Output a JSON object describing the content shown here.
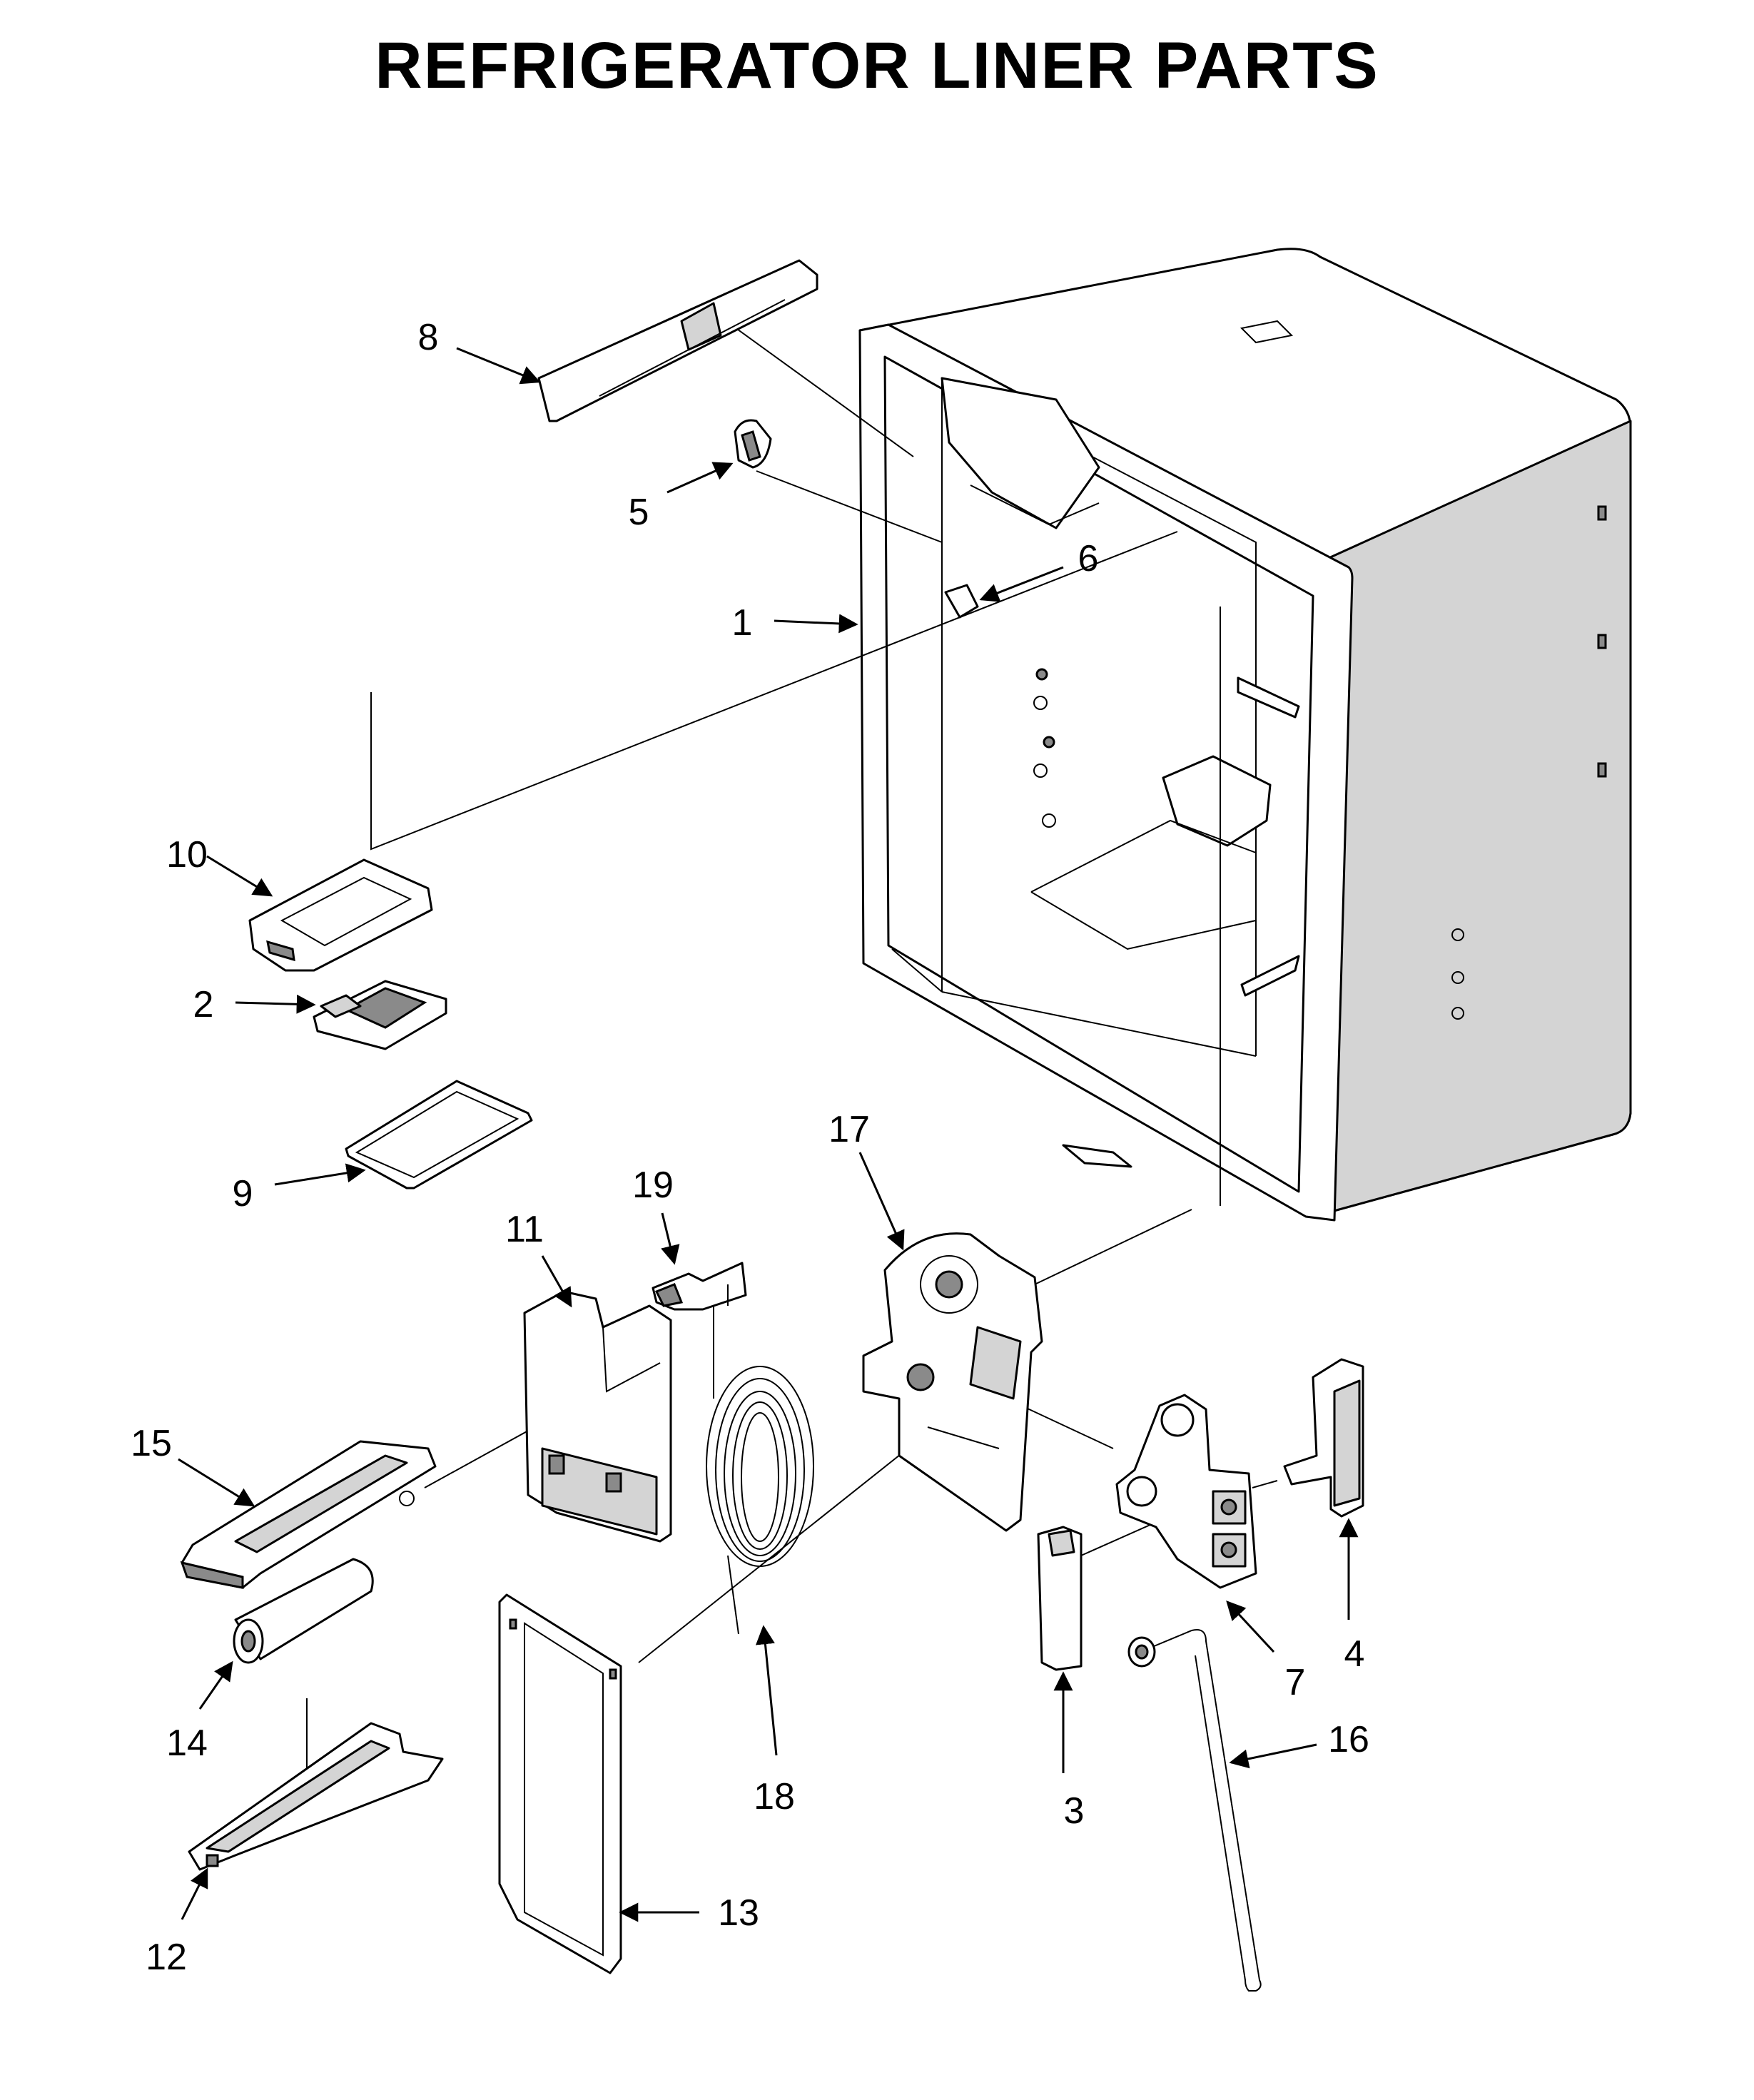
{
  "title": "REFRIGERATOR LINER PARTS",
  "callouts": {
    "c1": "1",
    "c2": "2",
    "c3": "3",
    "c4": "4",
    "c5": "5",
    "c6": "6",
    "c7": "7",
    "c8": "8",
    "c9": "9",
    "c10": "10",
    "c11": "11",
    "c12": "12",
    "c13": "13",
    "c14": "14",
    "c15": "15",
    "c16": "16",
    "c17": "17",
    "c18": "18",
    "c19": "19"
  }
}
